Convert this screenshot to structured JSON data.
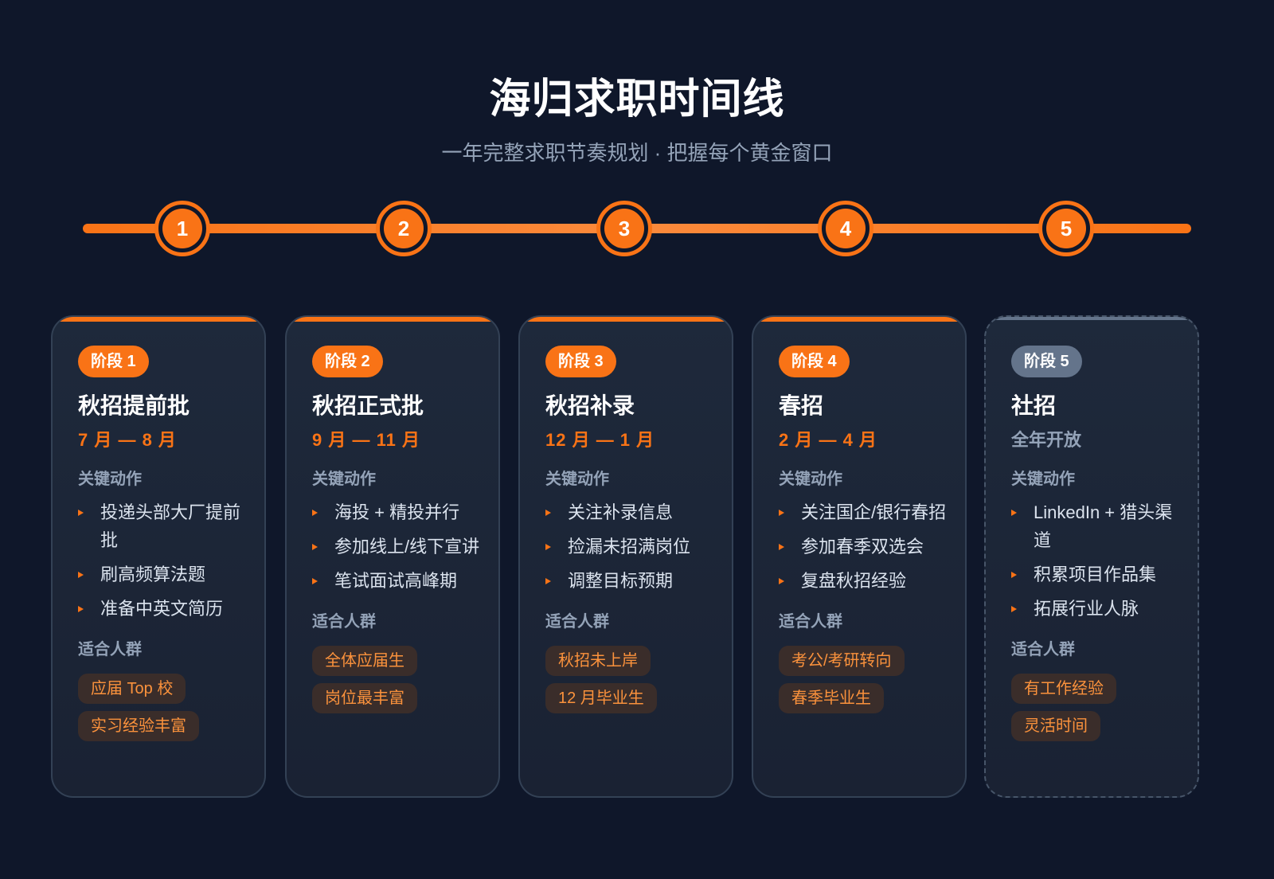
{
  "header": {
    "title": "海归求职时间线",
    "subtitle": "一年完整求职节奏规划 · 把握每个黄金窗口"
  },
  "colors": {
    "background": "#0f172a",
    "accent": "#f97316",
    "muted": "#64748b",
    "card": "#1e293b",
    "tag_bg": "#3a2d2a",
    "tag_text": "#fb923c"
  },
  "timeline": {
    "nodes": [
      "1",
      "2",
      "3",
      "4",
      "5"
    ]
  },
  "labels": {
    "actions_heading": "关键动作",
    "audience_heading": "适合人群"
  },
  "stages": [
    {
      "badge": "阶段 1",
      "title": "秋招提前批",
      "period": "7 月 — 8 月",
      "actions_heading": "关键动作",
      "actions": [
        "投递头部大厂提前批",
        "刷高频算法题",
        "准备中英文简历"
      ],
      "audience_heading": "适合人群",
      "audience": [
        "应届 Top 校",
        "实习经验丰富"
      ]
    },
    {
      "badge": "阶段 2",
      "title": "秋招正式批",
      "period": "9 月 — 11 月",
      "actions_heading": "关键动作",
      "actions": [
        "海投 + 精投并行",
        "参加线上/线下宣讲",
        "笔试面试高峰期"
      ],
      "audience_heading": "适合人群",
      "audience": [
        "全体应届生",
        "岗位最丰富"
      ]
    },
    {
      "badge": "阶段 3",
      "title": "秋招补录",
      "period": "12 月 — 1 月",
      "actions_heading": "关键动作",
      "actions": [
        "关注补录信息",
        "捡漏未招满岗位",
        "调整目标预期"
      ],
      "audience_heading": "适合人群",
      "audience": [
        "秋招未上岸",
        "12 月毕业生"
      ]
    },
    {
      "badge": "阶段 4",
      "title": "春招",
      "period": "2 月 — 4 月",
      "actions_heading": "关键动作",
      "actions": [
        "关注国企/银行春招",
        "参加春季双选会",
        "复盘秋招经验"
      ],
      "audience_heading": "适合人群",
      "audience": [
        "考公/考研转向",
        "春季毕业生"
      ]
    },
    {
      "badge": "阶段 5",
      "title": "社招",
      "period": "全年开放",
      "actions_heading": "关键动作",
      "actions": [
        "LinkedIn + 猎头渠道",
        "积累项目作品集",
        "拓展行业人脉"
      ],
      "audience_heading": "适合人群",
      "audience": [
        "有工作经验",
        "灵活时间"
      ]
    }
  ]
}
